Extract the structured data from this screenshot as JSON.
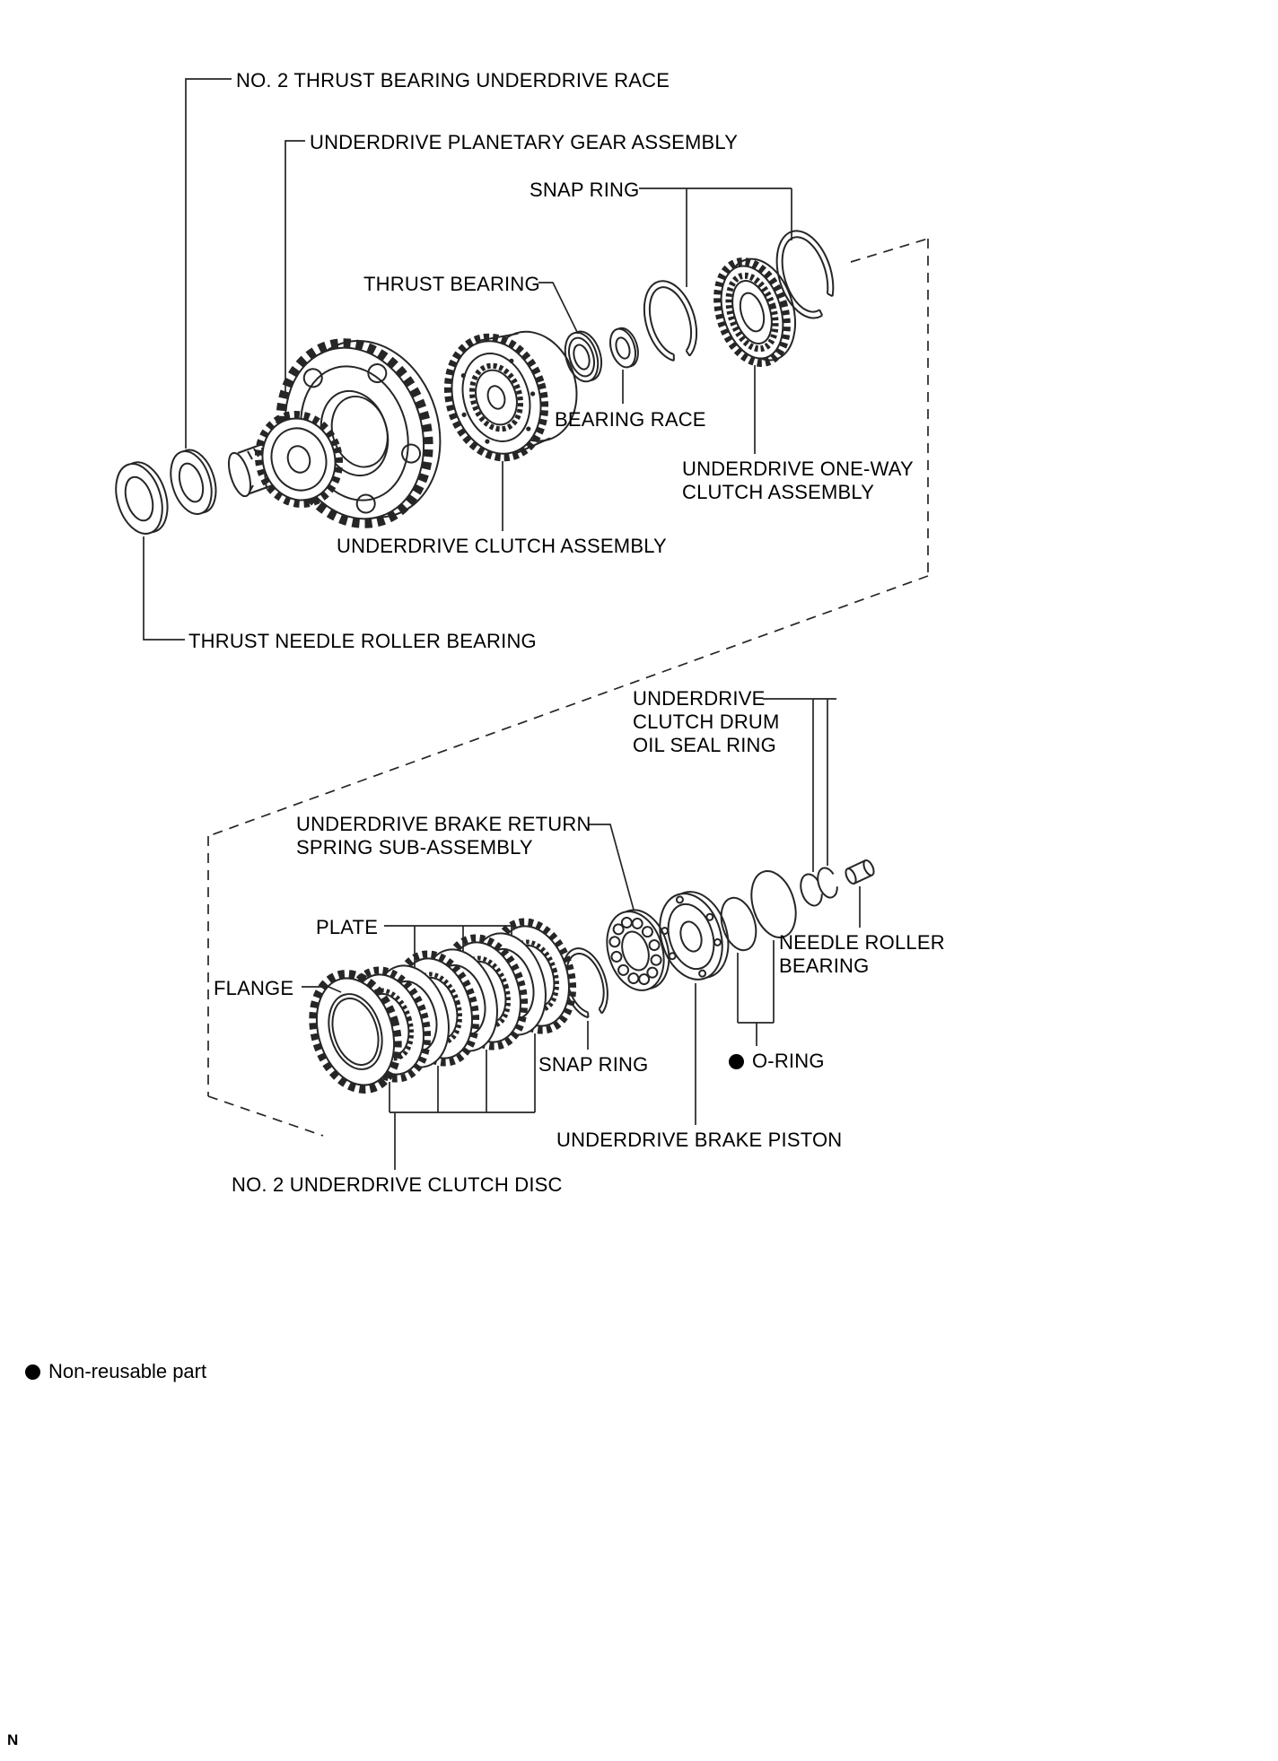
{
  "diagram": {
    "labels": {
      "no2_thrust_bearing_underdrive_race": "NO. 2 THRUST BEARING UNDERDRIVE RACE",
      "underdrive_planetary_gear_assembly": "UNDERDRIVE PLANETARY GEAR ASSEMBLY",
      "snap_ring_upper": "SNAP RING",
      "thrust_bearing": "THRUST BEARING",
      "bearing_race": "BEARING RACE",
      "underdrive_one_way_clutch_assembly": "UNDERDRIVE ONE-WAY CLUTCH ASSEMBLY",
      "underdrive_clutch_assembly": "UNDERDRIVE CLUTCH ASSEMBLY",
      "thrust_needle_roller_bearing": "THRUST NEEDLE ROLLER BEARING",
      "underdrive_clutch_drum_oil_seal_ring": "UNDERDRIVE CLUTCH DRUM OIL SEAL RING",
      "underdrive_brake_return_spring_sub_assembly": "UNDERDRIVE BRAKE RETURN SPRING SUB-ASSEMBLY",
      "plate": "PLATE",
      "flange": "FLANGE",
      "snap_ring_lower": "SNAP RING",
      "needle_roller_bearing": "NEEDLE ROLLER BEARING",
      "o_ring": "O-RING",
      "underdrive_brake_piston": "UNDERDRIVE BRAKE PISTON",
      "no2_underdrive_clutch_disc": "NO. 2 UNDERDRIVE CLUTCH DISC"
    },
    "legend": {
      "text": "Non-reusable part"
    },
    "page_mark": "N",
    "colors": {
      "line": "#262626",
      "text": "#000000",
      "background": "#ffffff",
      "marker": "#000000"
    }
  }
}
